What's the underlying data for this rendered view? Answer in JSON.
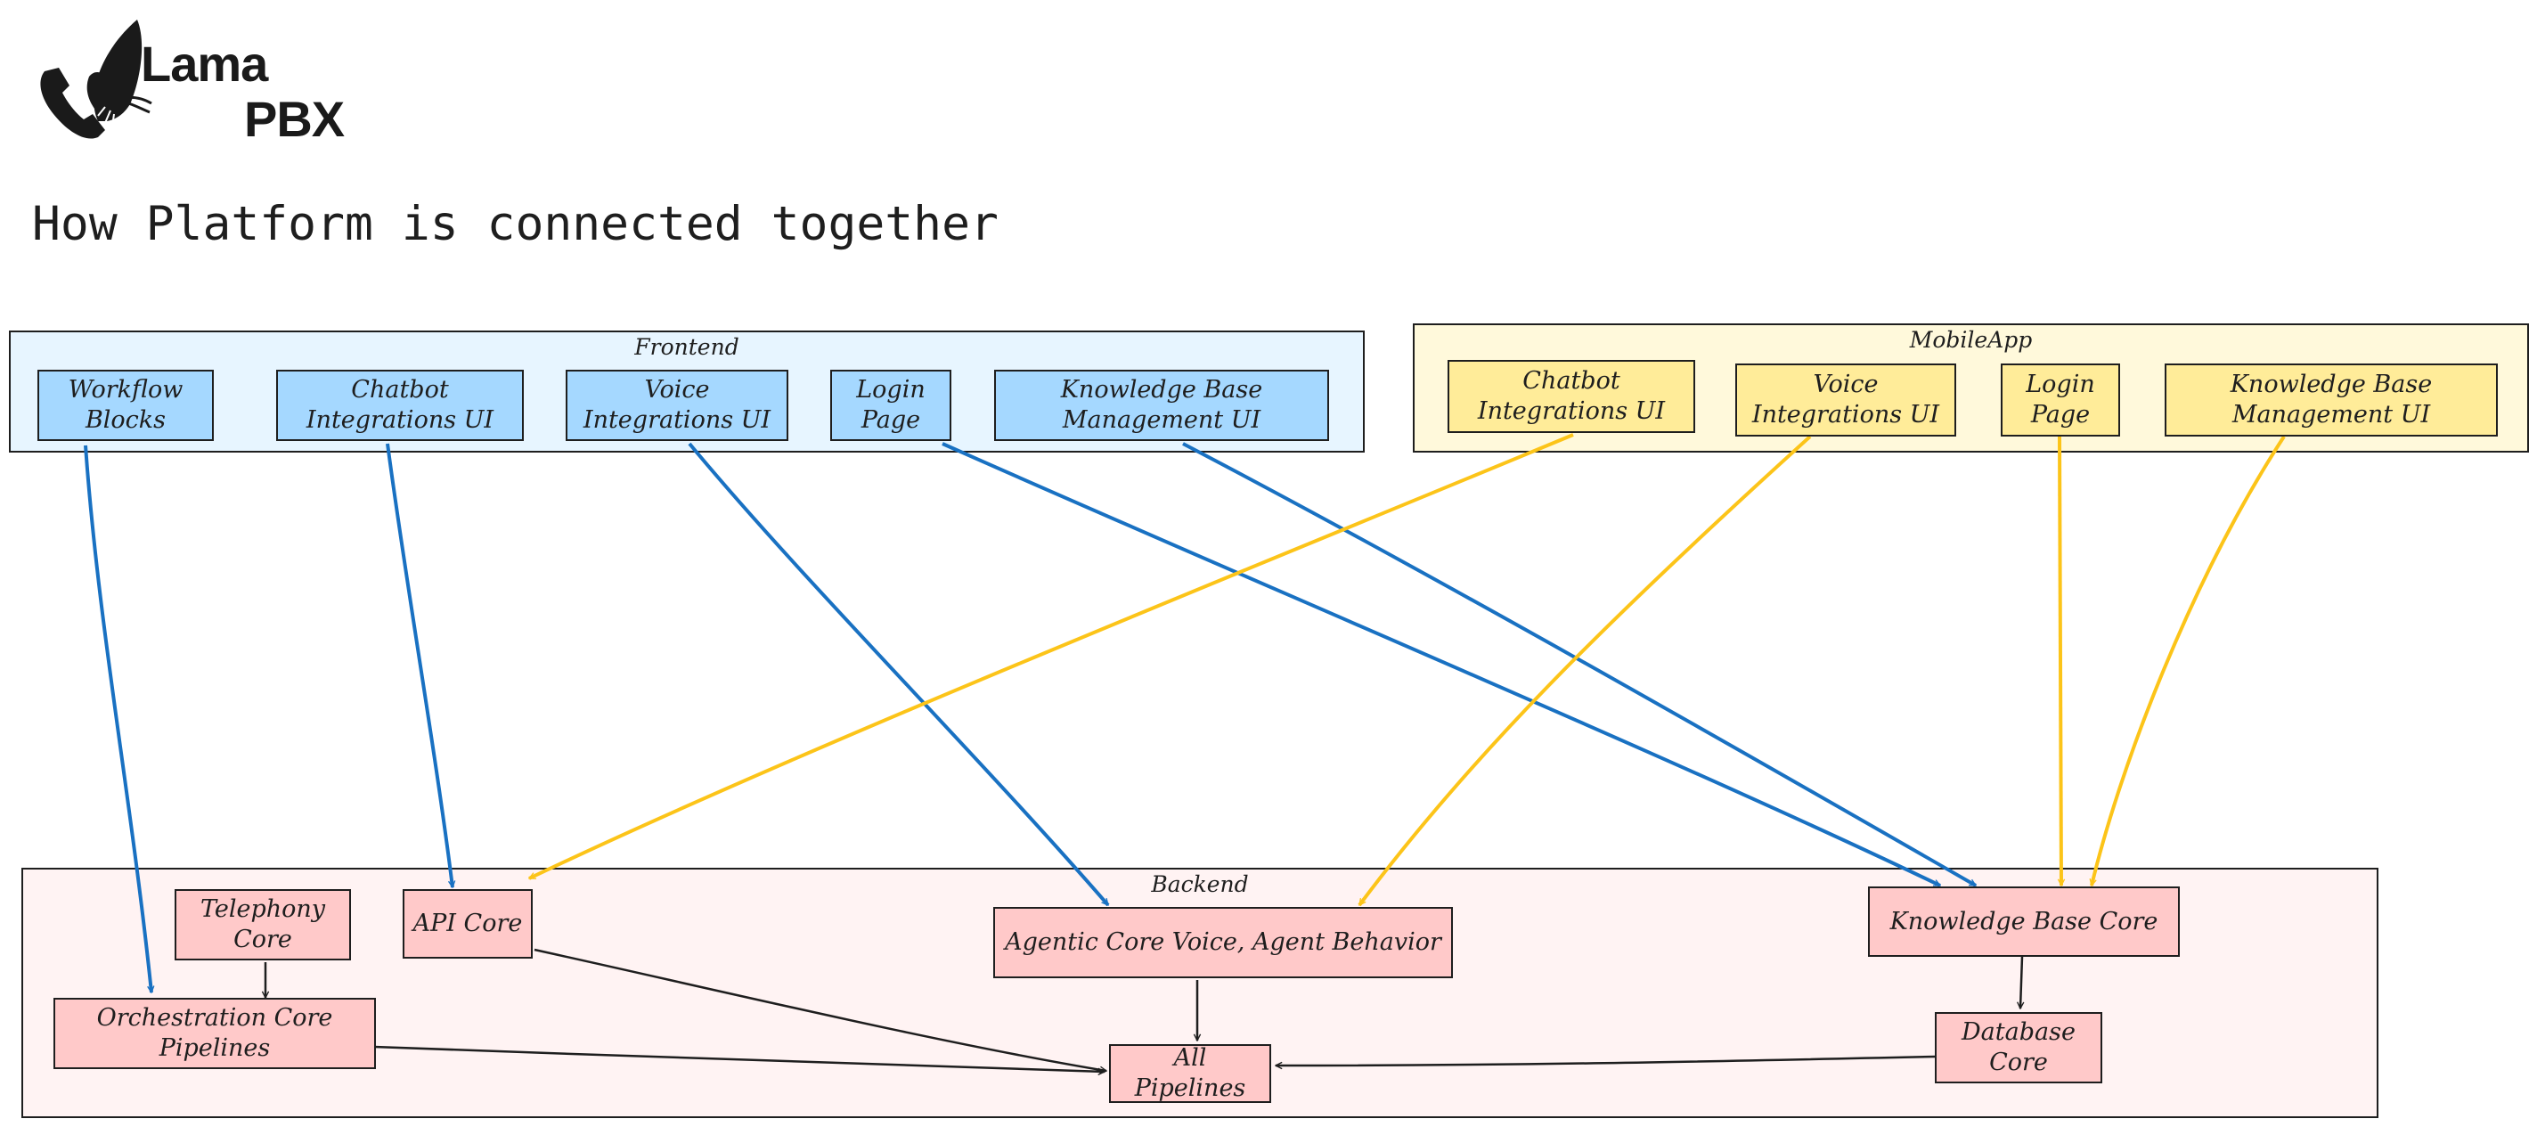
{
  "logo": {
    "line1": "Lama",
    "line2": "PBX"
  },
  "title": "How Platform is connected together",
  "groups": {
    "frontend": "Frontend",
    "mobile": "MobileApp",
    "backend": "Backend"
  },
  "frontend_nodes": {
    "workflow": "Workflow\nBlocks",
    "chatbot": "Chatbot\nIntegrations UI",
    "voice": "Voice\nIntegrations UI",
    "login": "Login\nPage",
    "kb": "Knowledge Base\nManagement UI"
  },
  "mobile_nodes": {
    "chatbot": "Chatbot\nIntegrations UI",
    "voice": "Voice\nIntegrations UI",
    "login": "Login\nPage",
    "kb": "Knowledge Base\nManagement UI"
  },
  "backend_nodes": {
    "telephony": "Telephony\nCore",
    "api": "API Core",
    "agentic": "Agentic Core Voice, Agent Behavior",
    "kbcore": "Knowledge Base Core",
    "orchestration": "Orchestration Core\nPipelines",
    "pipelines": "All Pipelines",
    "database": "Database\nCore"
  },
  "colors": {
    "frontend_edge": "#1971c2",
    "mobile_edge": "#fcc419",
    "backend_edge": "#1e1e1e"
  }
}
